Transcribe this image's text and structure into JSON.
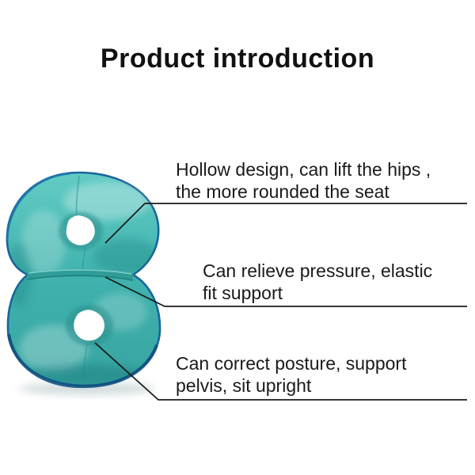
{
  "page": {
    "title": "Product introduction"
  },
  "cushion": {
    "name": "hollow figure-8 seat cushion",
    "colors": {
      "teal_light": "#63cbc4",
      "teal_base": "#3fb2ad",
      "teal_deep": "#2a8f8c",
      "piping_blue": "#17659c",
      "piping_dark": "#11517f",
      "hole_white": "#ffffff"
    }
  },
  "callout": {
    "line_color": "#1a1a1a"
  },
  "annotations": [
    {
      "lines": [
        "Hollow design, can lift the hips ,",
        "the more rounded the seat"
      ]
    },
    {
      "lines": [
        "Can relieve pressure, elastic",
        "fit support"
      ]
    },
    {
      "lines": [
        "Can correct posture, support",
        "pelvis, sit upright"
      ]
    }
  ]
}
